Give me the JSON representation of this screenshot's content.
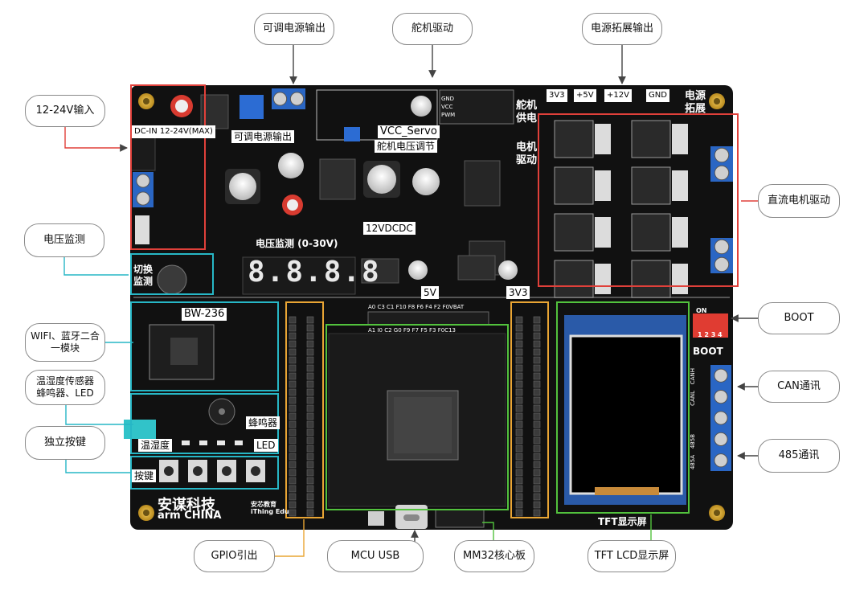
{
  "callouts": {
    "adjustable_output": "可调电源输出",
    "servo_drive": "舵机驱动",
    "power_expansion": "电源拓展输出",
    "power_input": "12-24V输入",
    "voltage_monitor": "电压监测",
    "dc_motor_drive": "直流电机驱动",
    "wifi_bt": "WIFI、蓝牙二合\n一模块",
    "sensor_buzzer": "温湿度传感器\n蜂鸣器、LED",
    "keys": "独立按键",
    "boot": "BOOT",
    "can": "CAN通讯",
    "rs485": "485通讯",
    "gpio": "GPIO引出",
    "mcu_usb": "MCU USB",
    "core_board": "MM32核心板",
    "tft_lcd": "TFT LCD显示屏"
  },
  "board_labels": {
    "dc_in": "DC-IN 12-24V(MAX)",
    "adj_out": "可调电源输出",
    "vcc_servo": "VCC_Servo",
    "servo_adjust": "舵机电压调节",
    "servo_power": "舵机\n供电",
    "motor_drive": "电机\n驱动",
    "power_ext": "电源\n拓展",
    "rail_3v3": "3V3",
    "rail_5v": "+5V",
    "rail_12v": "+12V",
    "rail_gnd": "GND",
    "dcdc": "12VDCDC",
    "voltage_monitor": "电压监测 (0-30V)",
    "switch_monitor": "切换\n监测",
    "seg_display": "8.8.8.8",
    "v5": "5V",
    "v3_3": "3V3",
    "bw236": "BW-236",
    "humidity": "温湿度",
    "buzzer": "蜂鸣器",
    "led": "LED",
    "keys": "按键",
    "boot": "BOOT",
    "tft": "TFT显示屏",
    "brand_cn": "安谋科技",
    "brand_en": "arm CHINA",
    "edu_cn": "安芯教育",
    "edu_en": "iThing Edu",
    "header_top": "A0 C3 C1 F10 F8 F6 F4 F2 F0VBAT",
    "header_bottom": "A1 I0 C2 G0 F9 F7 F5 F3 F0C13",
    "can_h": "CANH",
    "can_l": "CANL",
    "rs485_b": "485B",
    "rs485_a": "485A",
    "servo_pins": "GND\nVCC\nPWM",
    "dip_on": "ON",
    "dip_nums": "1 2 3 4"
  },
  "colors": {
    "board": "#111111",
    "red_box": "#e0403a",
    "cyan_box": "#27b7c6",
    "orange_box": "#e9a534",
    "green_box": "#52c23d",
    "terminal_blue": "#2a66c4",
    "leader": "#555555"
  },
  "icons": [
    "screw-terminal-icon",
    "mounting-hole-icon",
    "chip-icon",
    "usb-c-icon",
    "buzzer-icon",
    "key-switch-icon"
  ]
}
